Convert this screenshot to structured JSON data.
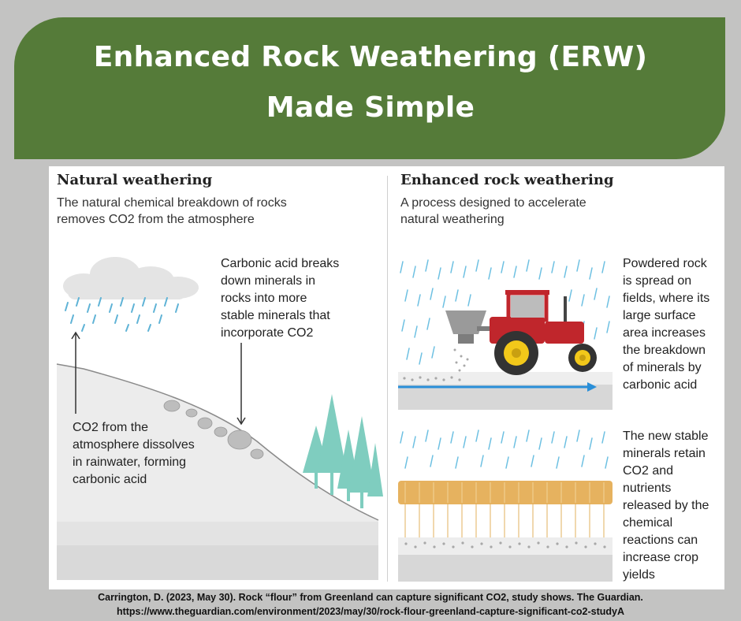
{
  "banner": {
    "title_line1": "Enhanced Rock Weathering (ERW)",
    "title_line2": "Made Simple"
  },
  "left_panel": {
    "heading": "Natural weathering",
    "subtitle_lines": [
      "The natural chemical breakdown of rocks",
      "removes CO2 from the atmosphere"
    ],
    "carbonic_caption": [
      "Carbonic acid breaks",
      "down minerals in",
      "rocks into more",
      "stable minerals that",
      "incorporate CO2"
    ],
    "co2_caption": [
      "CO2 from the",
      "atmosphere dissolves",
      "in rainwater, forming",
      "carbonic acid"
    ]
  },
  "right_panel": {
    "heading": "Enhanced rock weathering",
    "subtitle_lines": [
      "A process designed to accelerate",
      "natural weathering"
    ],
    "tractor_caption": [
      "Powdered rock",
      "is spread on",
      "fields, where its",
      "large surface",
      "area increases",
      "the breakdown",
      "of minerals by",
      "carbonic acid"
    ],
    "crops_caption": [
      "The new stable",
      "minerals retain",
      "CO2 and",
      "nutrients",
      "released by the",
      "chemical",
      "reactions can",
      "increase crop",
      "yields"
    ]
  },
  "citation": {
    "line1": "Carrington, D. (2023, May 30). Rock “flour” from Greenland can capture significant CO2, study shows. The Guardian.",
    "line2": "https://www.theguardian.com/environment/2023/may/30/rock-flour-greenland-capture-significant-co2-studyA"
  },
  "colors": {
    "banner": "#557b39",
    "rain": "#5fb3d6",
    "trees": "#7fcdbf",
    "tractor": "#c0262c",
    "wheat": "#e6b25f",
    "arrow": "#2a8fd8"
  }
}
